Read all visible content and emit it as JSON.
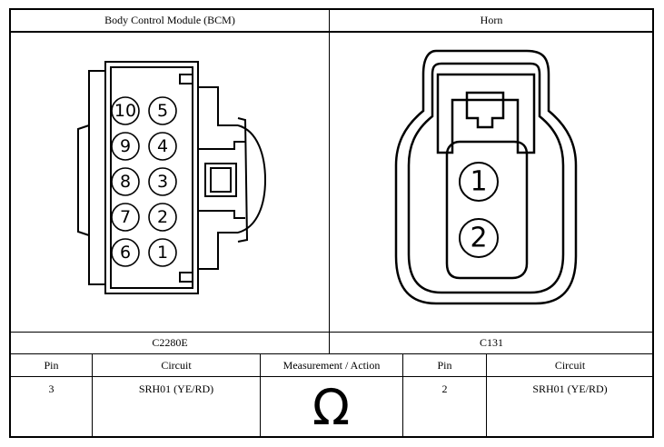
{
  "header": {
    "left_title": "Body Control Module (BCM)",
    "right_title": "Horn"
  },
  "connectors": {
    "left_id": "C2280E",
    "right_id": "C131",
    "left_pins": [
      "10",
      "5",
      "9",
      "4",
      "8",
      "3",
      "7",
      "2",
      "6",
      "1"
    ],
    "right_pins": [
      "1",
      "2"
    ]
  },
  "table": {
    "columns": [
      "Pin",
      "Circuit",
      "Measurement / Action",
      "Pin",
      "Circuit"
    ],
    "row": {
      "left_pin": "3",
      "left_circuit": "SRH01 (YE/RD)",
      "measurement_symbol": "Ω",
      "right_pin": "2",
      "right_circuit": "SRH01 (YE/RD)"
    }
  }
}
